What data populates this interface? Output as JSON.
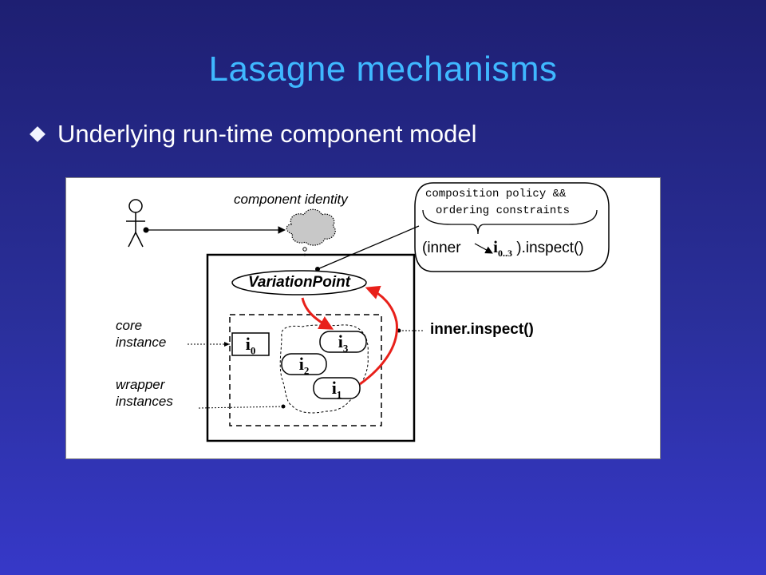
{
  "slide": {
    "title": "Lasagne mechanisms",
    "bullet": "Underlying run-time component model"
  },
  "diagram": {
    "component_identity": "component identity",
    "policy_line1": "composition policy &&",
    "policy_line2": "ordering constraints",
    "call_open": "(inner",
    "call_instances": "i",
    "call_range": "0..3",
    "call_close": ").inspect()",
    "variation_point": "VariationPoint",
    "inner_inspect": "inner.inspect()",
    "core_instance": "core instance",
    "wrapper_instances": "wrapper instances",
    "instances": [
      {
        "letter": "i",
        "sub": "0"
      },
      {
        "letter": "i",
        "sub": "3"
      },
      {
        "letter": "i",
        "sub": "2"
      },
      {
        "letter": "i",
        "sub": "1"
      }
    ]
  },
  "colors": {
    "title": "#3fb8ff",
    "arrow": "#e8201a"
  }
}
